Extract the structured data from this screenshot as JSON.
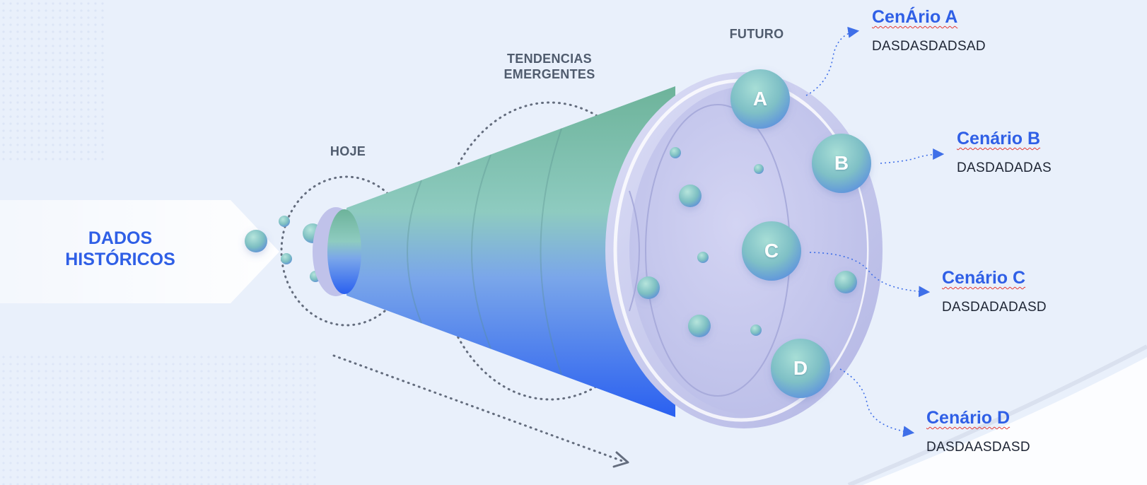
{
  "source_label": [
    "DADOS",
    "HISTÓRICOS"
  ],
  "stages": {
    "hoje": "HOJE",
    "tendencias": [
      "TENDENCIAS",
      "EMERGENTES"
    ],
    "futuro": "FUTURO"
  },
  "scenarios": [
    {
      "letter": "A",
      "title": "CenÁrio A",
      "desc": "DASDASDADSAD"
    },
    {
      "letter": "B",
      "title": "Cenário B",
      "desc": "DASDADADAS"
    },
    {
      "letter": "C",
      "title": "Cenário C",
      "desc": "DASDADADASD"
    },
    {
      "letter": "D",
      "title": "Cenário D",
      "desc": "DASDAASDASD"
    }
  ],
  "colors": {
    "accent_blue": "#2f5fe6",
    "funnel_teal": "#6fb59d",
    "funnel_blue": "#2f66f0",
    "rim": "#c3c6ea",
    "label_gray": "#505c6e"
  }
}
